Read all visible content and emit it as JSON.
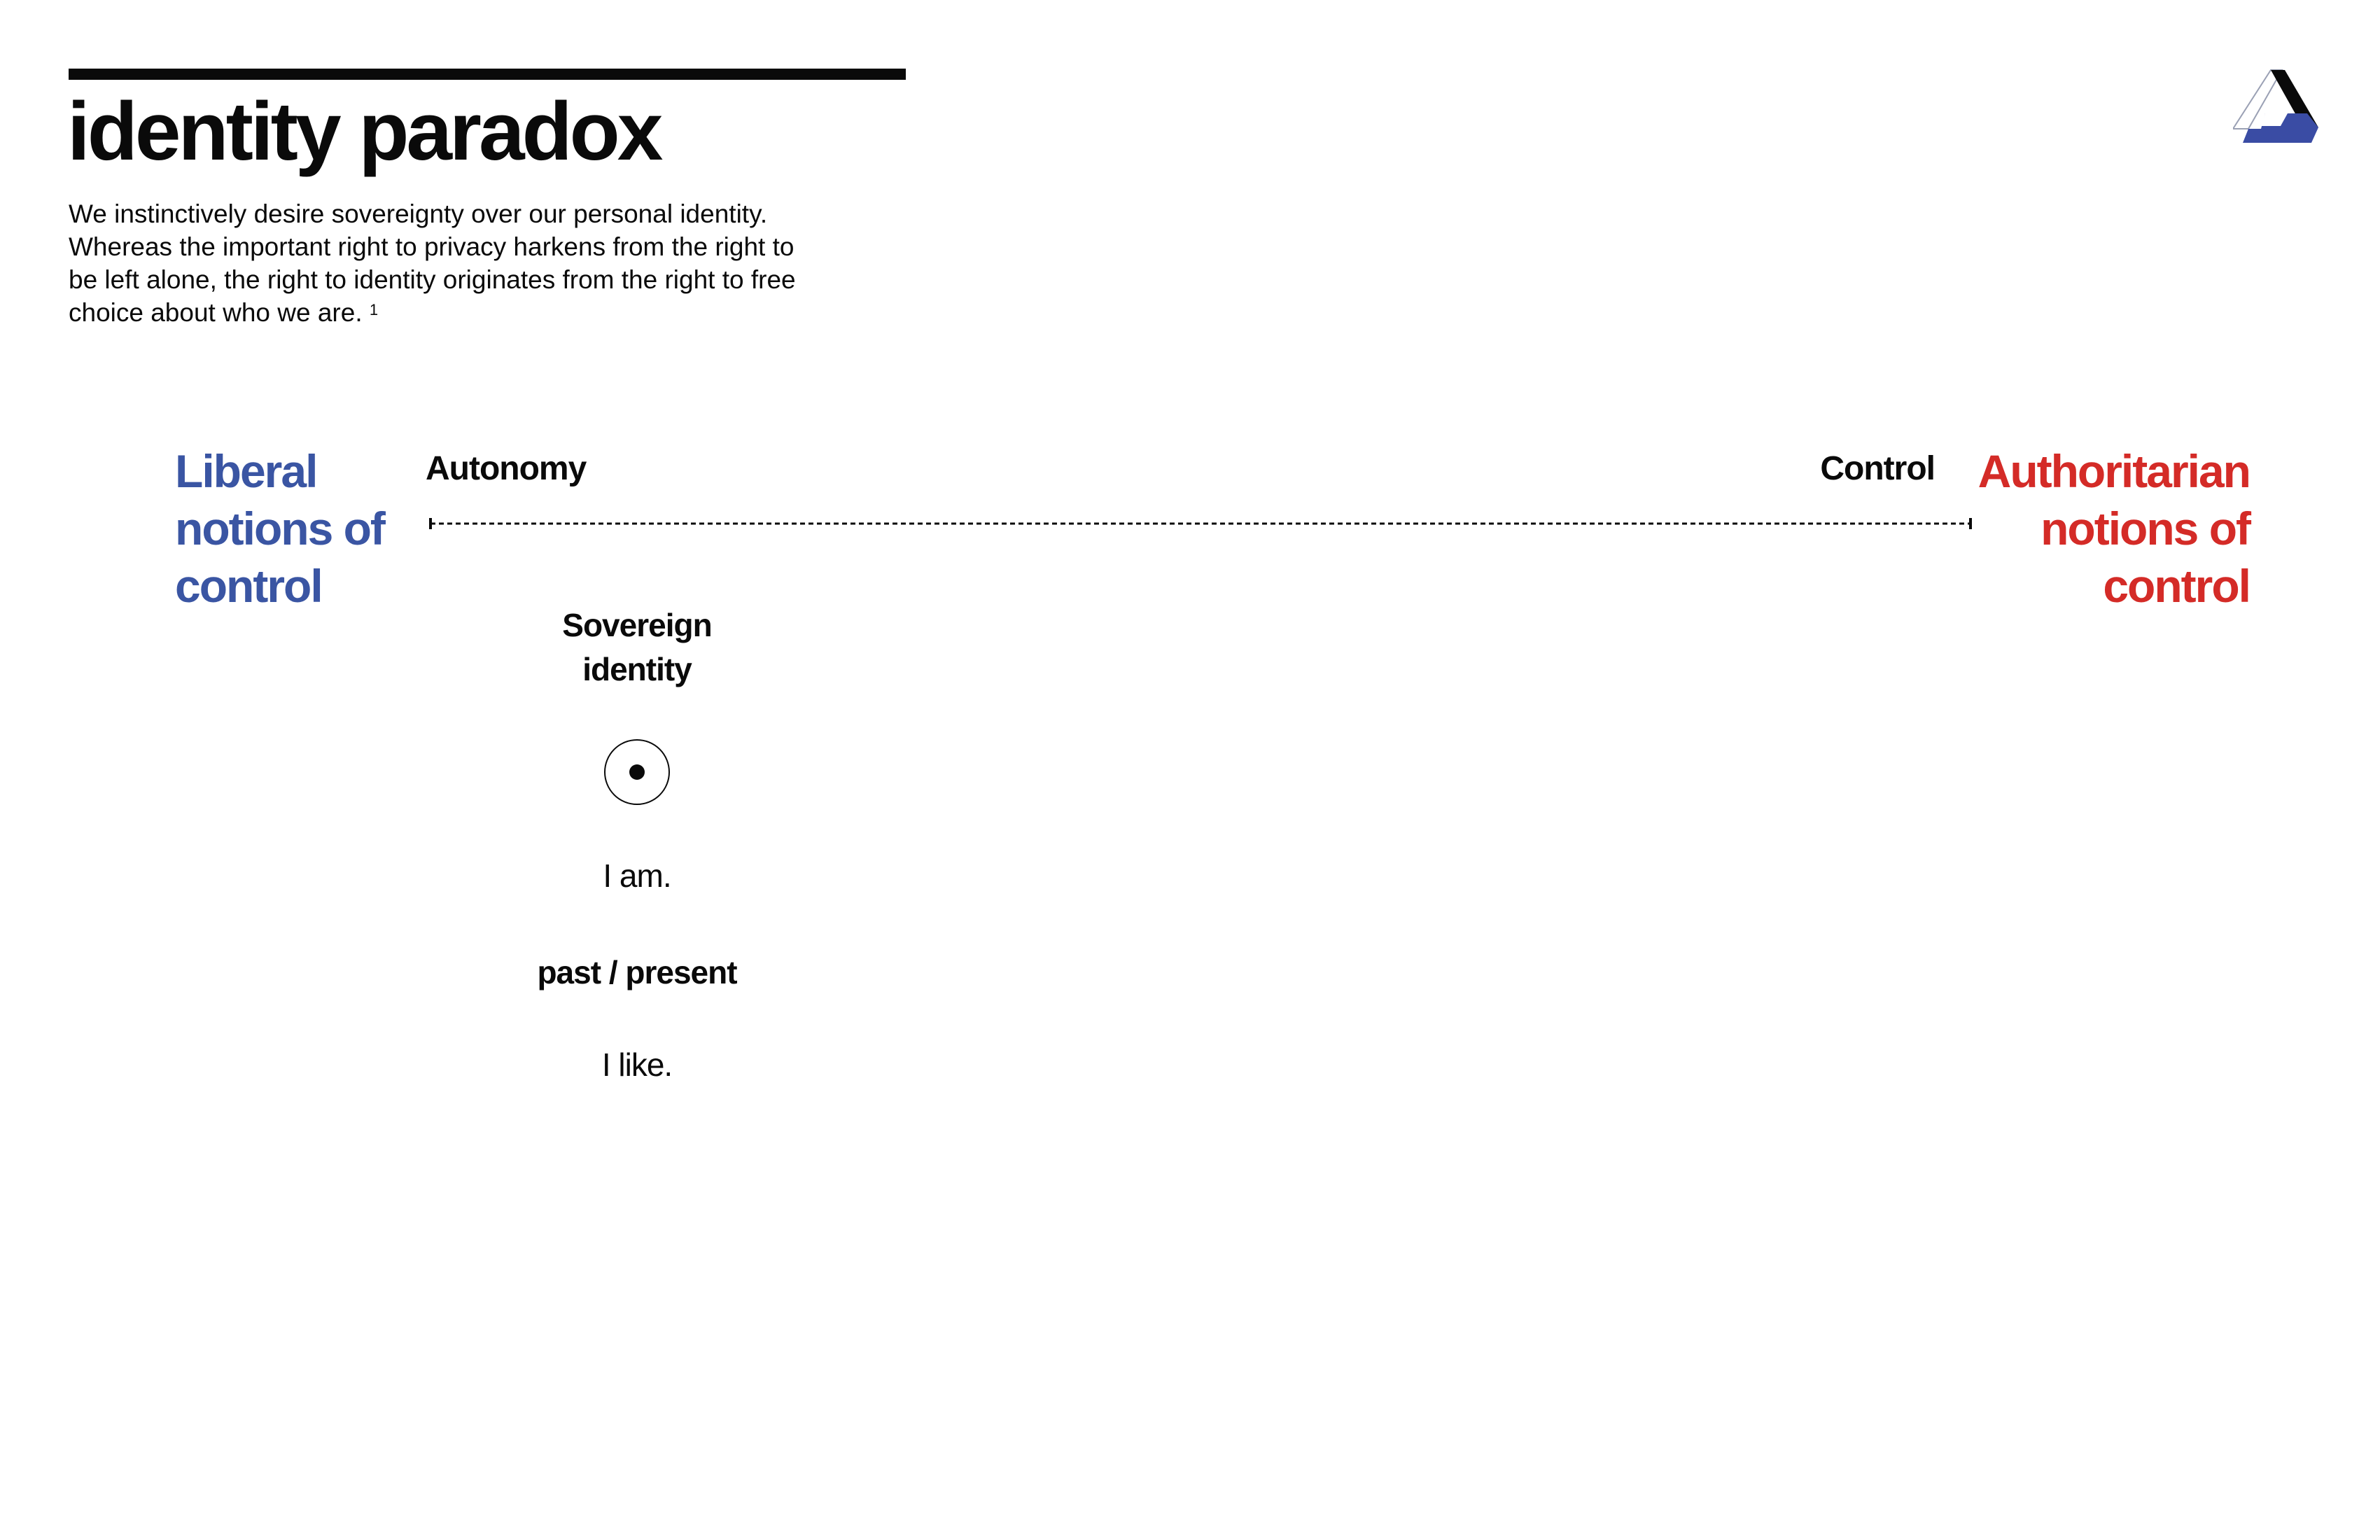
{
  "header": {
    "title": "identity paradox",
    "intro_lines": [
      "We instinctively desire sovereignty over our personal identity.",
      "Whereas the important right to privacy harkens from the right to",
      "be left alone, the right to identity originates from the right to free",
      "choice about who we are."
    ],
    "footnote_marker": "1"
  },
  "logo": {
    "icon": "triangle-logo-icon",
    "colors": {
      "primary": "#3a4ca4",
      "dark": "#0a0a0a"
    }
  },
  "spectrum": {
    "left_end": {
      "lines": [
        "Liberal",
        "notions of",
        "control"
      ],
      "color": "#3a55a3"
    },
    "right_end": {
      "lines": [
        "Authoritarian",
        "notions of",
        "control"
      ],
      "color": "#d42b27"
    },
    "axis_left_label": "Autonomy",
    "axis_right_label": "Control"
  },
  "position": {
    "title_lines": [
      "Sovereign",
      "identity"
    ],
    "marker_icon": "target-dot-icon",
    "statement_1": "I am.",
    "timeframe": "past / present",
    "statement_2": "I like."
  }
}
